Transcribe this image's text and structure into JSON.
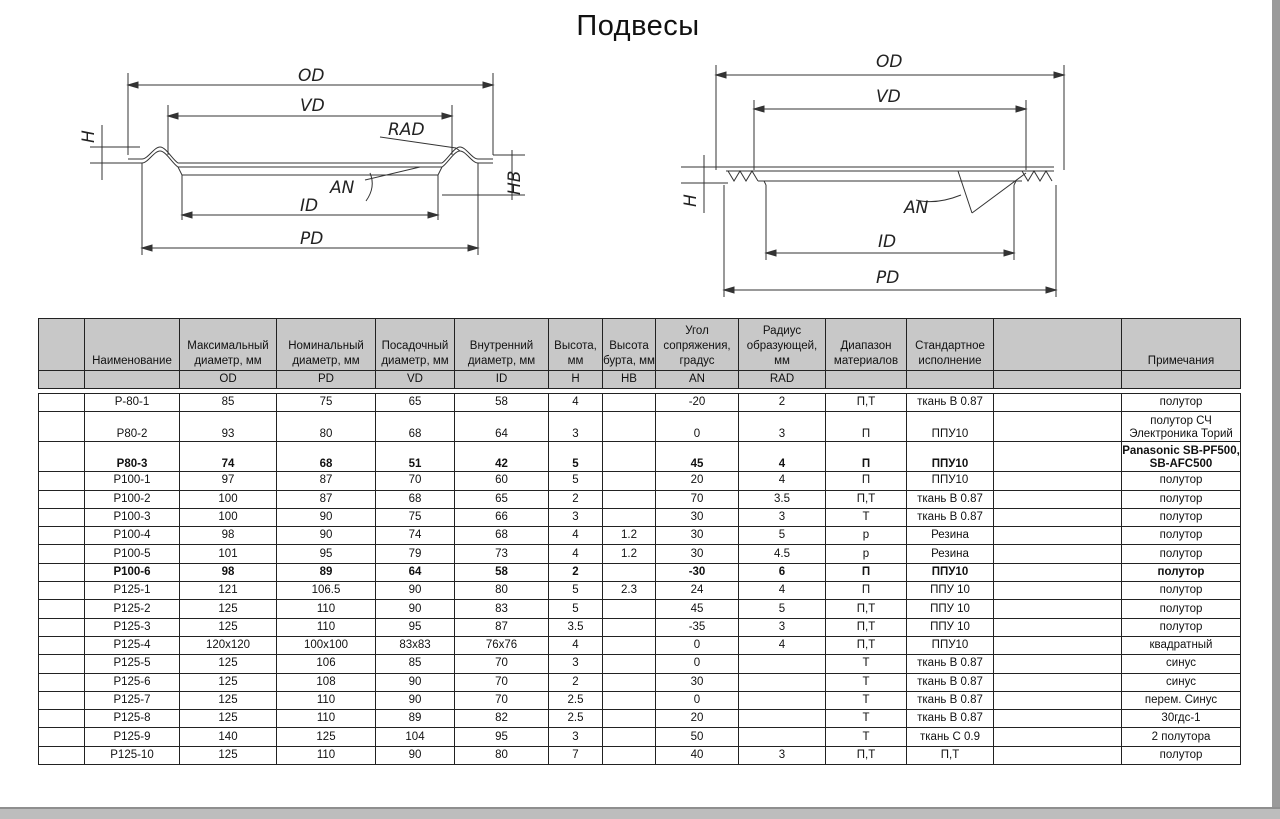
{
  "page": {
    "title": "Подвесы"
  },
  "drawing_left": {
    "labels": {
      "od": "OD",
      "vd": "VD",
      "rad": "RAD",
      "an": "AN",
      "id": "ID",
      "pd": "PD",
      "h": "H",
      "hb": "HB"
    }
  },
  "drawing_right": {
    "labels": {
      "od": "OD",
      "vd": "VD",
      "an": "AN",
      "id": "ID",
      "pd": "PD",
      "h": "H"
    }
  },
  "table": {
    "headers": [
      "",
      "Наименование",
      "Максимальный диаметр, мм",
      "Номинальный диаметр, мм",
      "Посадочный диаметр, мм",
      "Внутренний диаметр, мм",
      "Высота, мм",
      "Высота бурта, мм",
      "Угол сопряжения, градус",
      "Радиус образующей, мм",
      "Диапазон материалов",
      "Стандартное исполнение",
      "",
      "Примечания"
    ],
    "codes": [
      "",
      "",
      "OD",
      "PD",
      "VD",
      "ID",
      "H",
      "HB",
      "AN",
      "RAD",
      "",
      "",
      "",
      ""
    ],
    "rows": [
      [
        "",
        "P-80-1",
        "85",
        "75",
        "65",
        "58",
        "4",
        "",
        "-20",
        "2",
        "П,Т",
        "ткань В 0.87",
        "",
        "полутор"
      ],
      [
        "",
        "P80-2",
        "93",
        "80",
        "68",
        "64",
        "3",
        "",
        "0",
        "3",
        "П",
        "ППУ10",
        "",
        "полутор СЧ Электроника Торий"
      ],
      [
        "",
        "P80-3",
        "74",
        "68",
        "51",
        "42",
        "5",
        "",
        "45",
        "4",
        "П",
        "ППУ10",
        "",
        "Panasonic SB-PF500, SB-AFC500"
      ],
      [
        "",
        "P100-1",
        "97",
        "87",
        "70",
        "60",
        "5",
        "",
        "20",
        "4",
        "П",
        "ППУ10",
        "",
        "полутор"
      ],
      [
        "",
        "P100-2",
        "100",
        "87",
        "68",
        "65",
        "2",
        "",
        "70",
        "3.5",
        "П,Т",
        "ткань В 0.87",
        "",
        "полутор"
      ],
      [
        "",
        "P100-3",
        "100",
        "90",
        "75",
        "66",
        "3",
        "",
        "30",
        "3",
        "Т",
        "ткань В 0.87",
        "",
        "полутор"
      ],
      [
        "",
        "P100-4",
        "98",
        "90",
        "74",
        "68",
        "4",
        "1.2",
        "30",
        "5",
        "р",
        "Резина",
        "",
        "полутор"
      ],
      [
        "",
        "P100-5",
        "101",
        "95",
        "79",
        "73",
        "4",
        "1.2",
        "30",
        "4.5",
        "р",
        "Резина",
        "",
        "полутор"
      ],
      [
        "",
        "P100-6",
        "98",
        "89",
        "64",
        "58",
        "2",
        "",
        "-30",
        "6",
        "П",
        "ППУ10",
        "",
        "полутор"
      ],
      [
        "",
        "P125-1",
        "121",
        "106.5",
        "90",
        "80",
        "5",
        "2.3",
        "24",
        "4",
        "П",
        "ППУ 10",
        "",
        "полутор"
      ],
      [
        "",
        "P125-2",
        "125",
        "110",
        "90",
        "83",
        "5",
        "",
        "45",
        "5",
        "П,Т",
        "ППУ 10",
        "",
        "полутор"
      ],
      [
        "",
        "P125-3",
        "125",
        "110",
        "95",
        "87",
        "3.5",
        "",
        "-35",
        "3",
        "П,Т",
        "ППУ 10",
        "",
        "полутор"
      ],
      [
        "",
        "P125-4",
        "120x120",
        "100x100",
        "83x83",
        "76x76",
        "4",
        "",
        "0",
        "4",
        "П,Т",
        "ППУ10",
        "",
        "квадратный"
      ],
      [
        "",
        "P125-5",
        "125",
        "106",
        "85",
        "70",
        "3",
        "",
        "0",
        "",
        "Т",
        "ткань В 0.87",
        "",
        "синус"
      ],
      [
        "",
        "P125-6",
        "125",
        "108",
        "90",
        "70",
        "2",
        "",
        "30",
        "",
        "Т",
        "ткань В 0.87",
        "",
        "синус"
      ],
      [
        "",
        "P125-7",
        "125",
        "110",
        "90",
        "70",
        "2.5",
        "",
        "0",
        "",
        "Т",
        "ткань В 0.87",
        "",
        "перем. Синус"
      ],
      [
        "",
        "P125-8",
        "125",
        "110",
        "89",
        "82",
        "2.5",
        "",
        "20",
        "",
        "Т",
        "ткань В 0.87",
        "",
        "30гдс-1"
      ],
      [
        "",
        "P125-9",
        "140",
        "125",
        "104",
        "95",
        "3",
        "",
        "50",
        "",
        "Т",
        "ткань С 0.9",
        "",
        "2 полутора"
      ],
      [
        "",
        "P125-10",
        "125",
        "110",
        "90",
        "80",
        "7",
        "",
        "40",
        "3",
        "П,Т",
        "П,Т",
        "",
        "полутор"
      ]
    ],
    "bold_rows": [
      "P80-3",
      "P100-6"
    ]
  }
}
